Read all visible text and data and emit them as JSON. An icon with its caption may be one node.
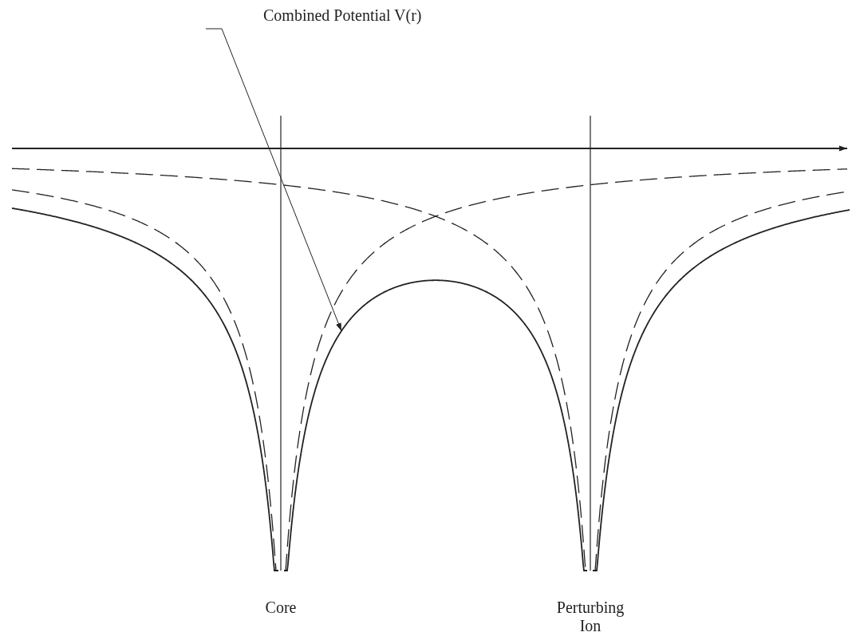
{
  "diagram": {
    "nodes": [
      {
        "text": [
          "Combined Potential V(r)"
        ]
      },
      {
        "text": [],
        "shape": "curve"
      }
    ],
    "edges": [
      {
        "from": 0,
        "to": 1,
        "arrow": "to"
      }
    ],
    "labels": [
      "Core",
      "Perturbing Ion"
    ]
  }
}
